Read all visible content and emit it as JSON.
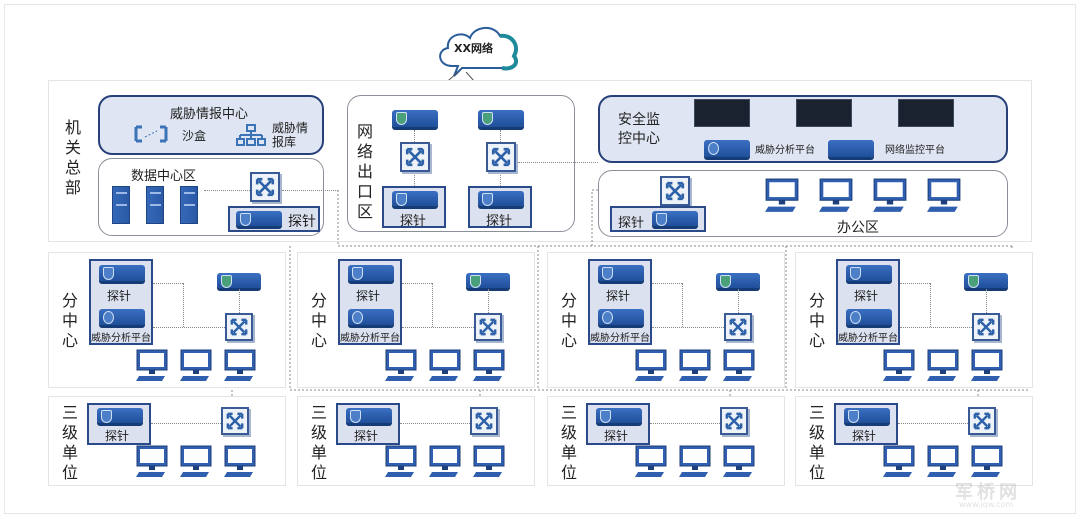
{
  "cloud": {
    "label": "XX网络"
  },
  "hq": {
    "label": "机关总部",
    "threat_intel": {
      "title": "威胁情报中心",
      "sandbox": "沙盒",
      "intel_db": "威胁情报库"
    },
    "datacenter": {
      "title": "数据中心区",
      "probe": "探针"
    },
    "egress": {
      "label": "网络出口区",
      "probe_left": "探针",
      "probe_right": "探针"
    },
    "soc": {
      "title": "安全监控中心",
      "platform_threat": "威胁分析平台",
      "platform_net": "网络监控平台"
    },
    "office": {
      "title": "办公区",
      "probe": "探针"
    }
  },
  "branches": [
    {
      "label": "分中心",
      "probe": "探针",
      "platform": "威胁分析平台"
    },
    {
      "label": "分中心",
      "probe": "探针",
      "platform": "威胁分析平台"
    },
    {
      "label": "分中心",
      "probe": "探针",
      "platform": "威胁分析平台"
    },
    {
      "label": "分中心",
      "probe": "探针",
      "platform": "威胁分析平台"
    }
  ],
  "units": [
    {
      "label": "三级单位",
      "probe": "探针"
    },
    {
      "label": "三级单位",
      "probe": "探针"
    },
    {
      "label": "三级单位",
      "probe": "探针"
    },
    {
      "label": "三级单位",
      "probe": "探针"
    }
  ],
  "watermark": {
    "text": "军桥网",
    "sub": "www.jqw.com"
  }
}
